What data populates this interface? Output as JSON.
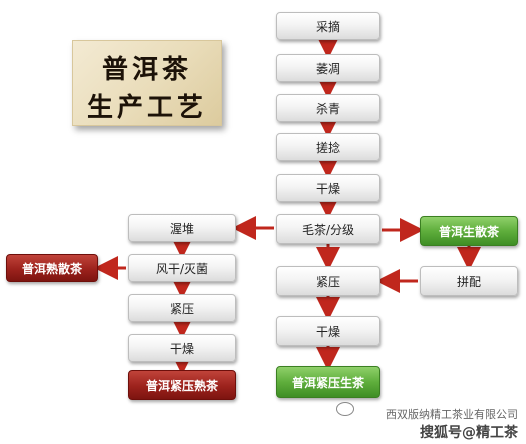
{
  "title": {
    "line1": "普洱茶",
    "line2": "生产工艺"
  },
  "main_column": [
    "采摘",
    "萎凋",
    "杀青",
    "搓捻",
    "干燥",
    "毛茶/分级",
    "紧压",
    "干燥"
  ],
  "raw_end": "普洱紧压生茶",
  "raw_loose": "普洱生散茶",
  "blend": "拼配",
  "ripe_column": [
    "渥堆",
    "风干/灭菌",
    "紧压",
    "干燥"
  ],
  "ripe_loose": "普洱熟散茶",
  "ripe_end": "普洱紧压熟茶",
  "footer": {
    "company": "西双版纳精工茶业有限公司",
    "handle": "搜狐号@精工茶"
  },
  "colors": {
    "green": "#5fae3c",
    "red": "#9c221c",
    "arrow": "#c0271d"
  }
}
